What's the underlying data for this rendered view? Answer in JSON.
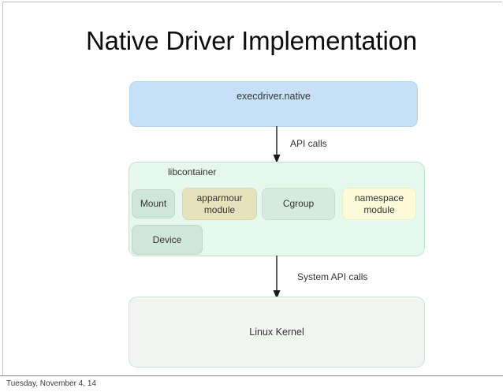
{
  "slide": {
    "title": "Native Driver Implementation",
    "footer_date": "Tuesday, November 4, 14"
  },
  "diagram": {
    "type": "layered-block-diagram",
    "nodes": {
      "execdriver": {
        "label": "execdriver.native",
        "fill": "#c6e1f7",
        "stroke": "#afd4f0"
      },
      "libcontainer": {
        "label": "libcontainer",
        "fill": "#e6f7ee",
        "stroke": "#bfe3d2"
      },
      "kernel": {
        "label": "Linux Kernel",
        "fill": "#f2f4f1",
        "stroke": "#cfe2d6"
      }
    },
    "modules": [
      {
        "label": "Mount",
        "fill": "#cfe6da",
        "style": "green"
      },
      {
        "label": "apparmour\nmodule",
        "label_line1": "apparmour",
        "label_line2": "module",
        "fill": "#e6e3bc",
        "style": "khaki"
      },
      {
        "label": "Cgroup",
        "fill": "#d6ebdb",
        "style": "green-light"
      },
      {
        "label": "namespace\nmodule",
        "label_line1": "namespace",
        "label_line2": "module",
        "fill": "#fbfbda",
        "style": "cream"
      },
      {
        "label": "Device",
        "fill": "#cfe6da",
        "style": "green"
      }
    ],
    "arrows": [
      {
        "name": "api-calls",
        "label": "API calls",
        "from": "execdriver",
        "to": "libcontainer"
      },
      {
        "name": "system-api-calls",
        "label": "System API calls",
        "from": "libcontainer",
        "to": "kernel"
      }
    ]
  }
}
